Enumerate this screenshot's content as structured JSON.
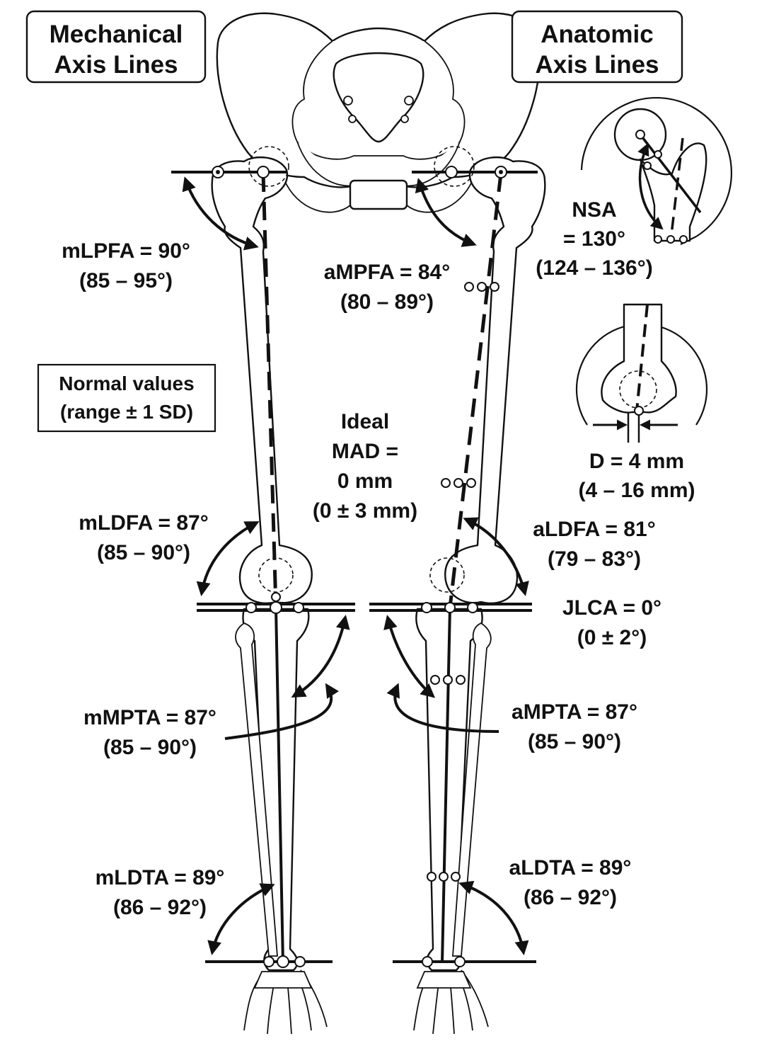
{
  "titles": {
    "mechanical": [
      "Mechanical",
      "Axis Lines"
    ],
    "anatomic": [
      "Anatomic",
      "Axis Lines"
    ]
  },
  "legend": [
    "Normal values",
    "(range ± 1 SD)"
  ],
  "mad": [
    "Ideal",
    "MAD =",
    "0 mm",
    "(0 ± 3 mm)"
  ],
  "angles": {
    "mlpfa": [
      "mLPFA = 90°",
      "(85 – 95°)"
    ],
    "ampfa": [
      "aMPFA = 84°",
      "(80 – 89°)"
    ],
    "nsa": [
      "NSA",
      "= 130°",
      "(124 – 136°)"
    ],
    "d": [
      "D = 4 mm",
      "(4 – 16 mm)"
    ],
    "mldfa": [
      "mLDFA = 87°",
      "(85 – 90°)"
    ],
    "aldfa": [
      "aLDFA = 81°",
      "(79 – 83°)"
    ],
    "jlca": [
      "JLCA = 0°",
      "(0 ± 2°)"
    ],
    "mmpta": [
      "mMPTA = 87°",
      "(85 – 90°)"
    ],
    "ampta": [
      "aMPTA = 87°",
      "(85 – 90°)"
    ],
    "mldta": [
      "mLDTA = 89°",
      "(86 – 92°)"
    ],
    "aldta": [
      "aLDTA = 89°",
      "(86 – 92°)"
    ]
  }
}
